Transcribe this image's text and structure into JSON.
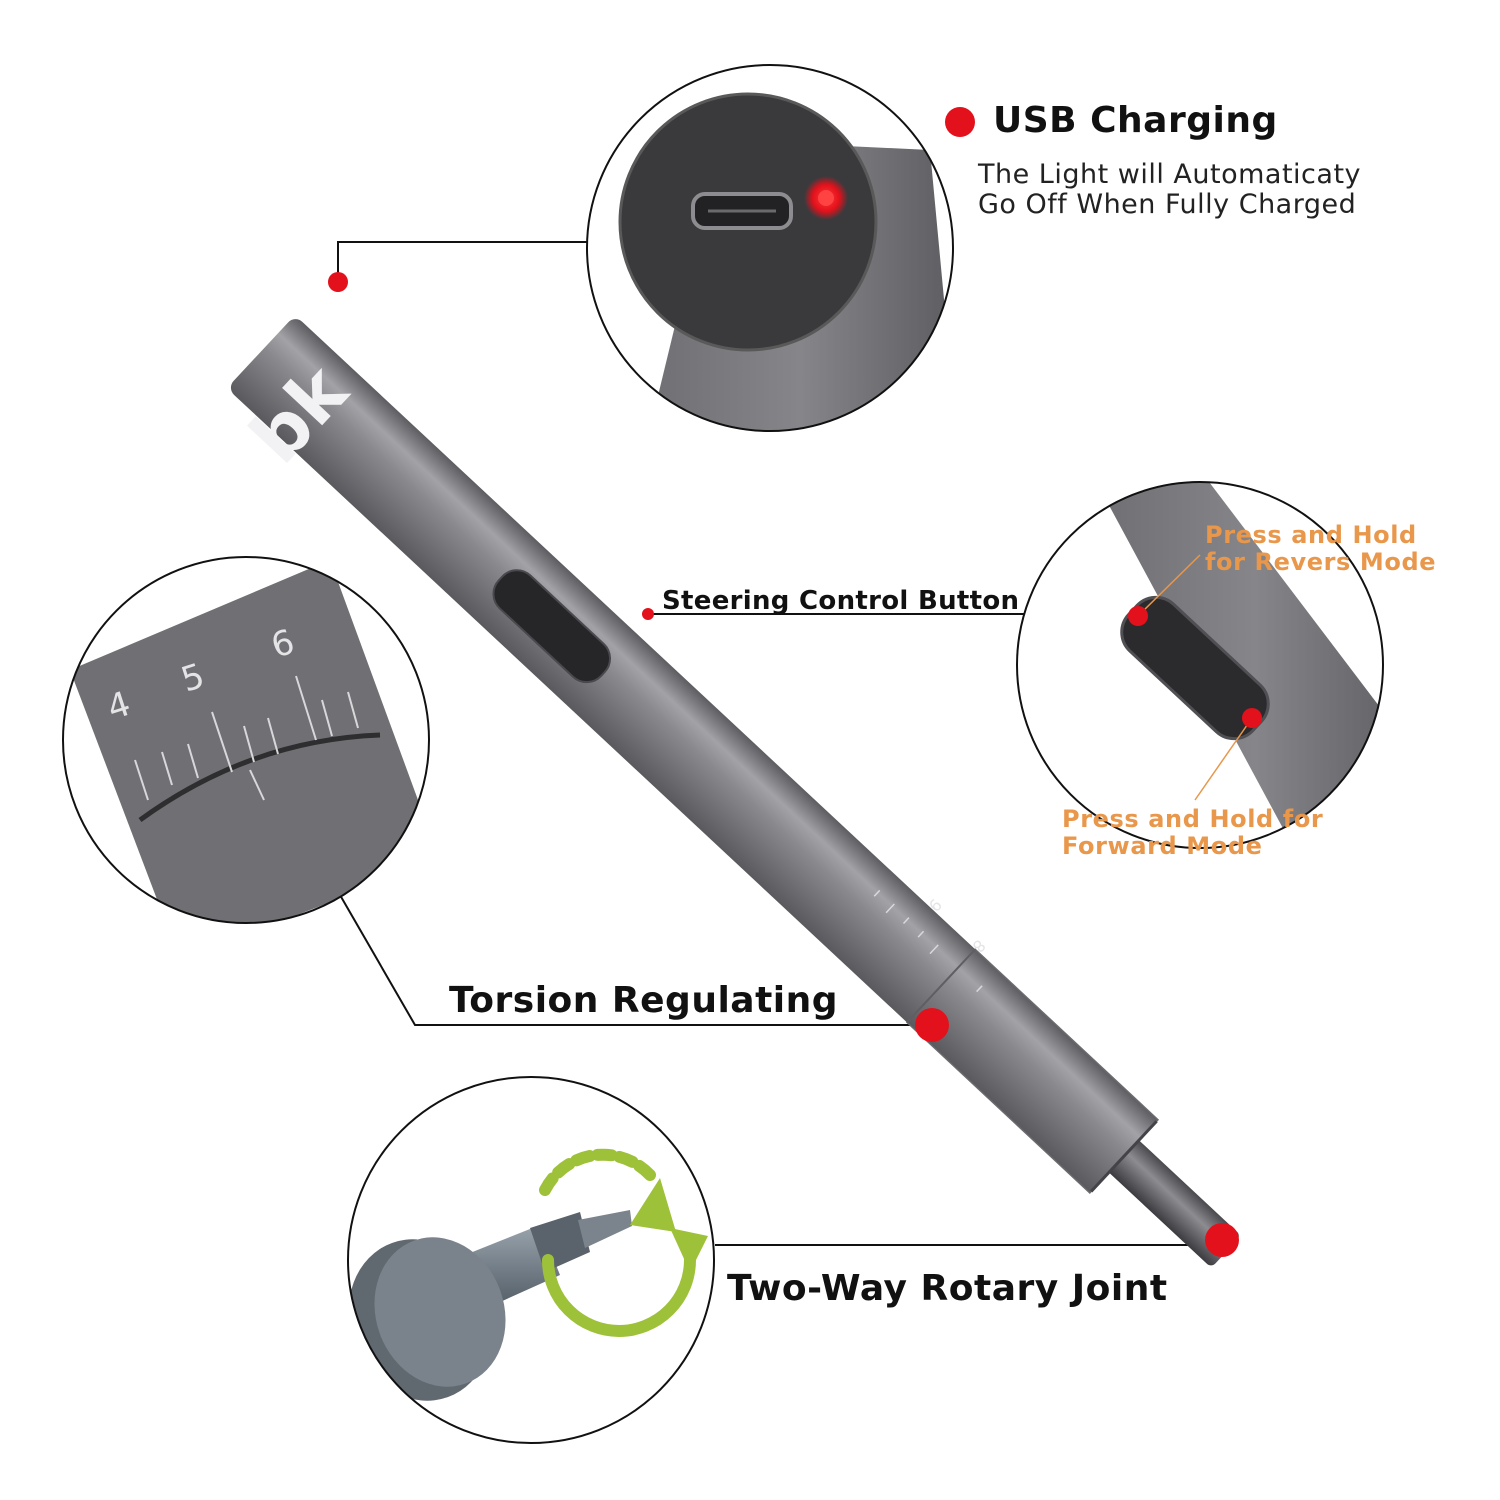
{
  "colors": {
    "accent_red": "#e3111b",
    "orange_text": "#e8974b",
    "body_grey": "#7b7b7f",
    "green_arrow": "#9ec13a"
  },
  "brand_logo": "bk",
  "usb": {
    "title": "USB Charging",
    "desc_line1": "The Light will Automaticaty",
    "desc_line2": "Go Off When Fully Charged"
  },
  "steering": {
    "title": "Steering Control Button"
  },
  "modes": {
    "reverse_line1": "Press and Hold",
    "reverse_line2": "for Revers Mode",
    "forward_line1": "Press and Hold for",
    "forward_line2": "Forward Mode"
  },
  "torsion": {
    "title": "Torsion Regulating",
    "scale_numbers": [
      "4",
      "5",
      "6"
    ],
    "body_scale_numbers": [
      "9",
      "8"
    ]
  },
  "rotary": {
    "title": "Two-Way Rotary Joint"
  }
}
